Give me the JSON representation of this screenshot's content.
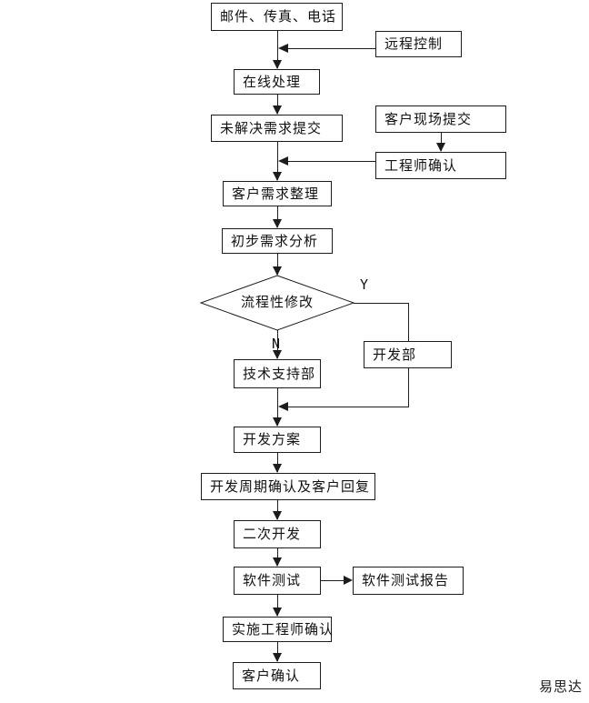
{
  "diagram": {
    "title_hint": "customer-requirement-to-development-flowchart",
    "watermark": "易思达",
    "colors": {
      "background": "#ffffff",
      "line": "#1c1c1c",
      "text": "#111111"
    },
    "nodes": {
      "mail_fax_phone": {
        "label": "邮件、传真、电话"
      },
      "remote_control": {
        "label": "远程控制"
      },
      "online_processing": {
        "label": "在线处理"
      },
      "unresolved_submit": {
        "label": "未解决需求提交"
      },
      "onsite_submit": {
        "label": "客户现场提交"
      },
      "engineer_confirm": {
        "label": "工程师确认"
      },
      "requirement_sort": {
        "label": "客户需求整理"
      },
      "preliminary_analysis": {
        "label": "初步需求分析"
      },
      "process_modification": {
        "label": "流程性修改"
      },
      "dev_dept": {
        "label": "开发部"
      },
      "tech_support": {
        "label": "技术支持部"
      },
      "dev_plan": {
        "label": "开发方案"
      },
      "dev_cycle_confirm": {
        "label": "开发周期确认及客户回复"
      },
      "secondary_dev": {
        "label": "二次开发"
      },
      "software_test": {
        "label": "软件测试"
      },
      "test_report": {
        "label": "软件测试报告"
      },
      "impl_engineer_confirm": {
        "label": "实施工程师确认"
      },
      "customer_confirm": {
        "label": "客户确认"
      }
    },
    "branch_labels": {
      "yes": "Y",
      "no": "N"
    },
    "edges": [
      {
        "from": "mail_fax_phone",
        "to": "online_processing"
      },
      {
        "from": "remote_control",
        "to": "online_processing"
      },
      {
        "from": "online_processing",
        "to": "unresolved_submit"
      },
      {
        "from": "unresolved_submit",
        "to": "requirement_sort"
      },
      {
        "from": "onsite_submit",
        "to": "engineer_confirm"
      },
      {
        "from": "engineer_confirm",
        "to": "requirement_sort"
      },
      {
        "from": "requirement_sort",
        "to": "preliminary_analysis"
      },
      {
        "from": "preliminary_analysis",
        "to": "process_modification"
      },
      {
        "from": "process_modification",
        "to": "dev_dept",
        "label": "Y"
      },
      {
        "from": "process_modification",
        "to": "tech_support",
        "label": "N"
      },
      {
        "from": "dev_dept",
        "to": "dev_plan"
      },
      {
        "from": "tech_support",
        "to": "dev_plan"
      },
      {
        "from": "dev_plan",
        "to": "dev_cycle_confirm"
      },
      {
        "from": "dev_cycle_confirm",
        "to": "secondary_dev"
      },
      {
        "from": "secondary_dev",
        "to": "software_test"
      },
      {
        "from": "software_test",
        "to": "test_report"
      },
      {
        "from": "software_test",
        "to": "impl_engineer_confirm"
      },
      {
        "from": "impl_engineer_confirm",
        "to": "customer_confirm"
      }
    ]
  }
}
